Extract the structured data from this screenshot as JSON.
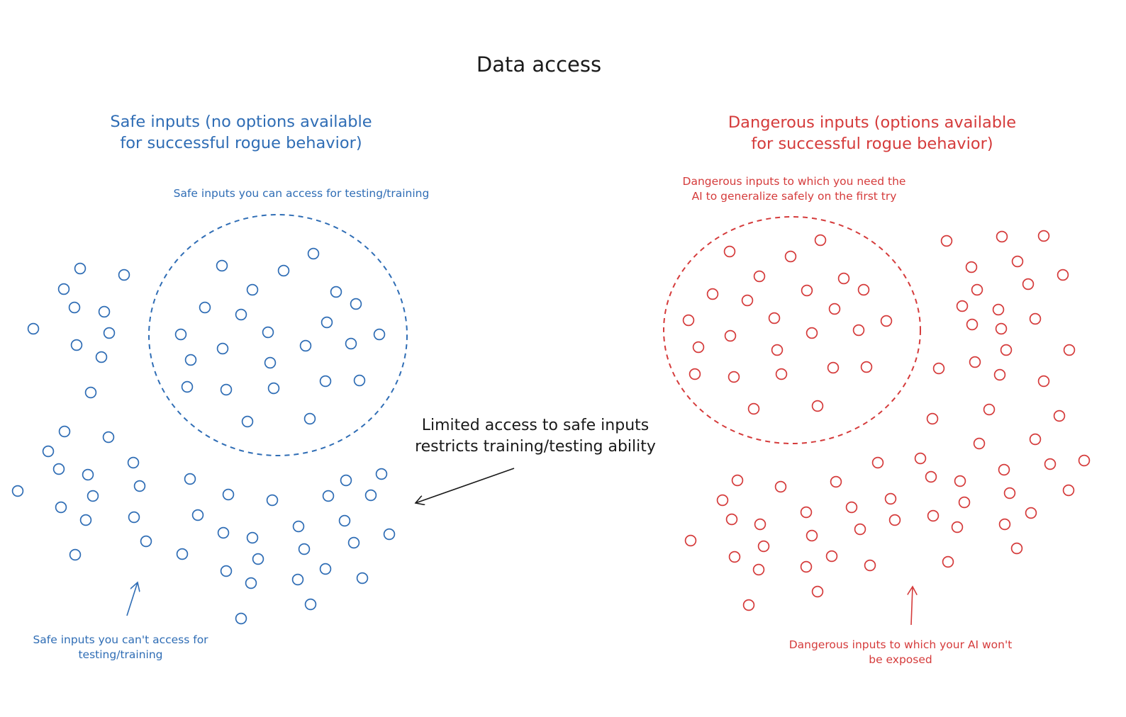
{
  "title": "Data access",
  "left": {
    "heading_line1": "Safe inputs (no options available",
    "heading_line2": "for successful rogue behavior)",
    "accessible_label": "Safe inputs you can access for testing/training",
    "inaccessible_label_line1": "Safe inputs you can't access for",
    "inaccessible_label_line2": "testing/training",
    "color": "#2f6db5"
  },
  "right": {
    "heading_line1": "Dangerous inputs (options available",
    "heading_line2": "for successful rogue behavior)",
    "generalize_label_line1": "Dangerous inputs to which you need the",
    "generalize_label_line2": "AI to generalize safely on the first try",
    "unexposed_label_line1": "Dangerous inputs to which your AI won't",
    "unexposed_label_line2": "be exposed",
    "color": "#d53b3b"
  },
  "center": {
    "note_line1": "Limited access to safe inputs",
    "note_line2": "restricts training/testing ability",
    "color": "#1a1a1a"
  }
}
